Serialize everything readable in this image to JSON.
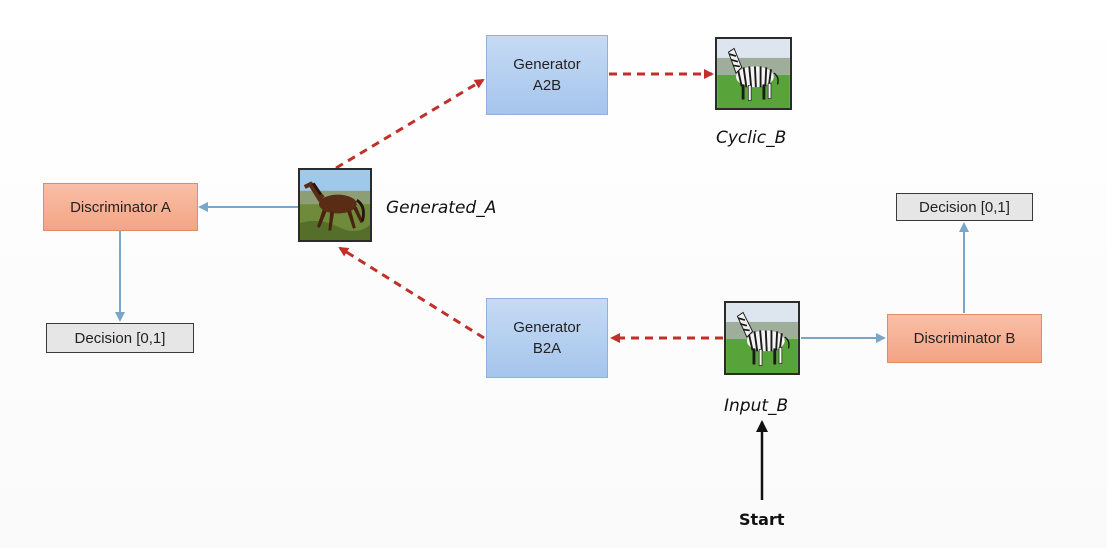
{
  "diagram": {
    "generator_a2b": {
      "label": "Generator\nA2B"
    },
    "generator_b2a": {
      "label": "Generator\nB2A"
    },
    "discriminator_a": {
      "label": "Discriminator A"
    },
    "discriminator_b": {
      "label": "Discriminator B"
    },
    "decision_a": {
      "label": "Decision [0,1]"
    },
    "decision_b": {
      "label": "Decision [0,1]"
    },
    "images": {
      "cyclic_b": {
        "caption": "Cyclic_B",
        "depicts": "zebra-image"
      },
      "generated_a": {
        "caption": "Generated_A",
        "depicts": "horse-image"
      },
      "input_b": {
        "caption": "Input_B",
        "depicts": "zebra-image"
      }
    },
    "start_label": "Start",
    "colors": {
      "dashed_arrow": "#c0302b",
      "solid_arrow": "#7aa7c7",
      "start_arrow": "#111111",
      "generator_fill": "#aac9ee",
      "discriminator_fill": "#f6ab8c",
      "decision_fill": "#e6e6e6"
    }
  }
}
